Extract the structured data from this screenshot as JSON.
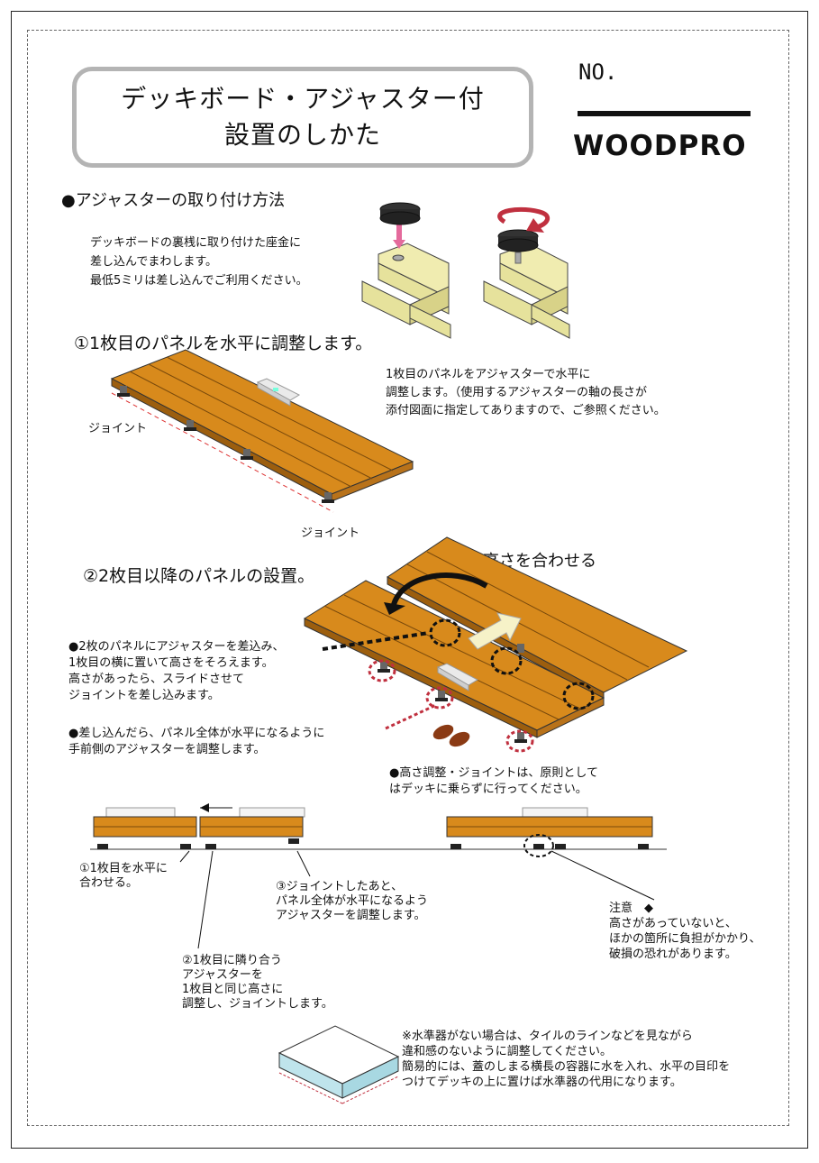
{
  "header": {
    "title_line1": "デッキボード・アジャスター付",
    "title_line2": "設置のしかた",
    "no_label": "NO.",
    "brand": "WOODPRO"
  },
  "section_adjuster": {
    "heading": "●アジャスターの取り付け方法",
    "lines": [
      "デッキボードの裏桟に取り付けた座金に",
      "差し込んでまわします。",
      "最低5ミリは差し込んでご利用ください。"
    ]
  },
  "step1": {
    "heading": "①1枚目のパネルを水平に調整します。",
    "desc_lines": [
      "1枚目のパネルをアジャスターで水平に",
      "調整します。（使用するアジャスターの軸の長さが",
      "添付図面に指定してありますので、ご参照ください。"
    ],
    "joint_label_1": "ジョイント",
    "joint_label_2": "ジョイント"
  },
  "step2": {
    "heading": "②2枚目以降のパネルの設置。",
    "align_label": "高さを合わせる",
    "note1_lines": [
      "●2枚のパネルにアジャスターを差込み、",
      "1枚目の横に置いて高さをそろえます。",
      "高さがあったら、スライドさせて",
      "ジョイントを差し込みます。"
    ],
    "note2_lines": [
      "●差し込んだら、パネル全体が水平になるように",
      "手前側のアジャスターを調整します。"
    ],
    "note3_lines": [
      "●高さ調整・ジョイントは、原則として",
      "はデッキに乗らずに行ってください。"
    ]
  },
  "side_view": {
    "label1_lines": [
      "①1枚目を水平に",
      "合わせる。"
    ],
    "label2_lines": [
      "②1枚目に隣り合う",
      "アジャスターを",
      "1枚目と同じ高さに",
      "調整し、ジョイントします。"
    ],
    "label3_lines": [
      "③ジョイントしたあと、",
      "パネル全体が水平になるよう",
      "アジャスターを調整します。"
    ],
    "caution_lines": [
      "注意　◆",
      "高さがあっていないと、",
      "ほかの箇所に負担がかかり、",
      "破損の恐れがあります。"
    ]
  },
  "level_tip": {
    "lines": [
      "※水準器がない場合は、タイルのラインなどを見ながら",
      "違和感のないように調整してください。",
      "簡易的には、蓋のしまる横長の容器に水を入れ、水平の目印を",
      "つけてデッキの上に置けば水準器の代用になります。"
    ]
  },
  "colors": {
    "wood": "#d88a1c",
    "wood_dark": "#9c5e0e",
    "joist": "#e6e29c",
    "accent_red": "#c0303f",
    "water": "#bfe4ec"
  }
}
